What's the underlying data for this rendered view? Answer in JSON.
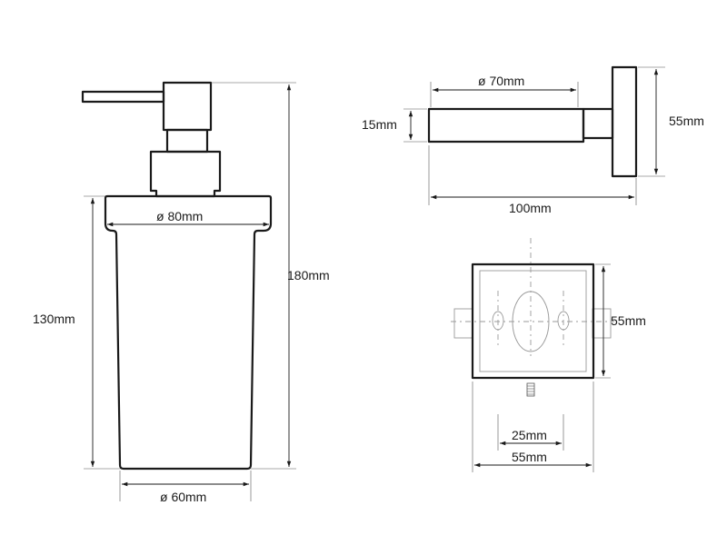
{
  "dimensions": {
    "dispenser_overall_height": "180mm",
    "container_height": "130mm",
    "container_top_diameter": "ø 80mm",
    "container_bottom_diameter": "ø 60mm",
    "holder_ring_diameter": "ø 70mm",
    "holder_arm_thickness": "15mm",
    "holder_projection": "100mm",
    "plate_height_side": "55mm",
    "plate_height_front": "55mm",
    "plate_width_front": "55mm",
    "hole_spacing": "25mm"
  }
}
